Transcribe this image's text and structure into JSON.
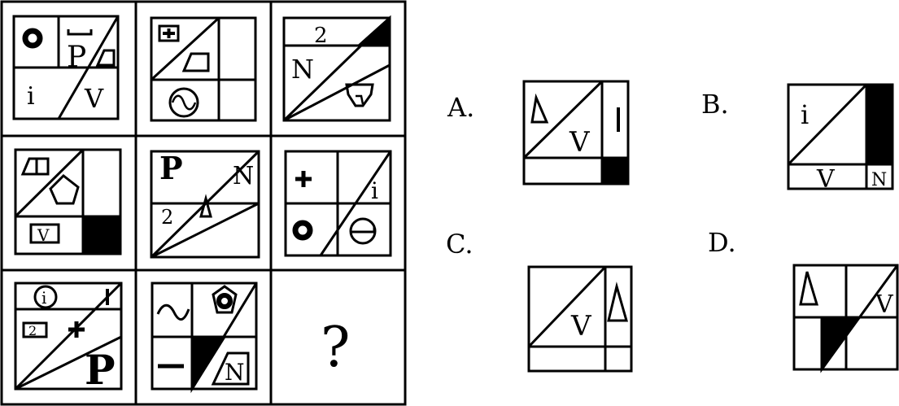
{
  "grid": {
    "cell_1": {
      "letter_p": "P",
      "letter_v": "V",
      "letter_i": "i"
    },
    "cell_3": {
      "digit": "2",
      "letter_n": "N"
    },
    "cell_4": {
      "letter_v": "V"
    },
    "cell_5": {
      "letter_p": "P",
      "letter_n": "N",
      "digit": "2"
    },
    "cell_6": {
      "letter_i": "i"
    },
    "cell_7": {
      "letter_i": "i",
      "digit": "2",
      "letter_p": "P"
    },
    "cell_8": {
      "letter_n": "N"
    },
    "question_mark": "?"
  },
  "options": {
    "a": {
      "label": "A.",
      "letter_v": "V"
    },
    "b": {
      "label": "B.",
      "letter_i": "i",
      "letter_v": "V",
      "letter_n": "N"
    },
    "c": {
      "label": "C.",
      "letter_v": "V"
    },
    "d": {
      "label": "D.",
      "letter_v": "V"
    }
  }
}
